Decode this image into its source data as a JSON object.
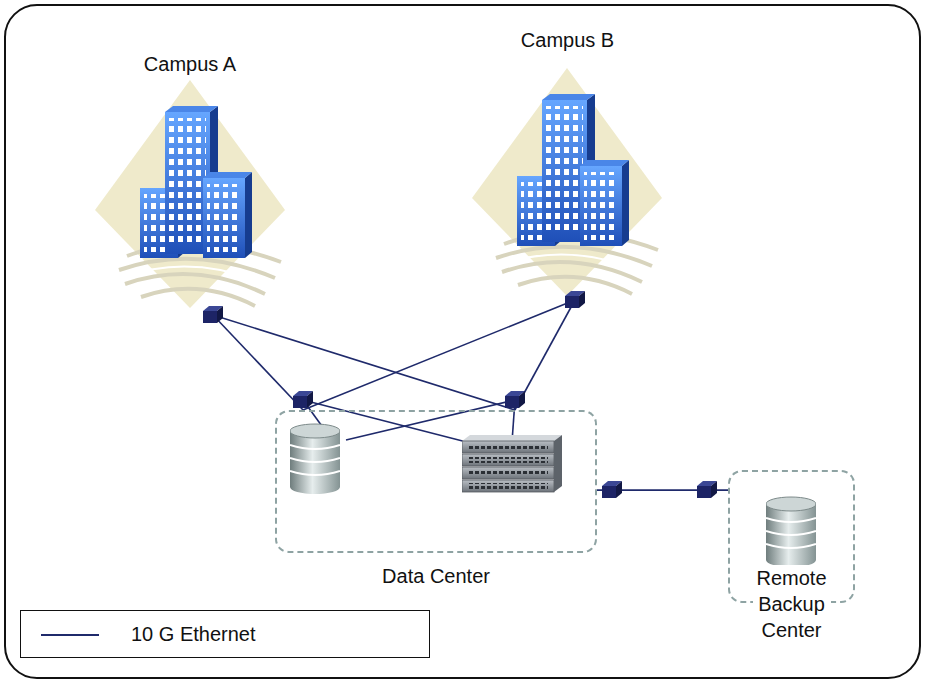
{
  "diagram": {
    "nodes": [
      {
        "text": [
          "Campus A"
        ]
      },
      {
        "text": [
          "Campus B"
        ]
      },
      {
        "text": [
          "Data Center"
        ]
      },
      {
        "text": [
          "Remote Backup Center"
        ]
      }
    ],
    "edges": [
      {
        "from": 0,
        "to": 2,
        "arrow": "none"
      },
      {
        "from": 0,
        "to": 2,
        "arrow": "none"
      },
      {
        "from": 1,
        "to": 2,
        "arrow": "none"
      },
      {
        "from": 1,
        "to": 2,
        "arrow": "none"
      },
      {
        "from": 2,
        "to": 3,
        "arrow": "none"
      }
    ],
    "legend": [
      {
        "text": "10 G Ethernet"
      }
    ]
  }
}
